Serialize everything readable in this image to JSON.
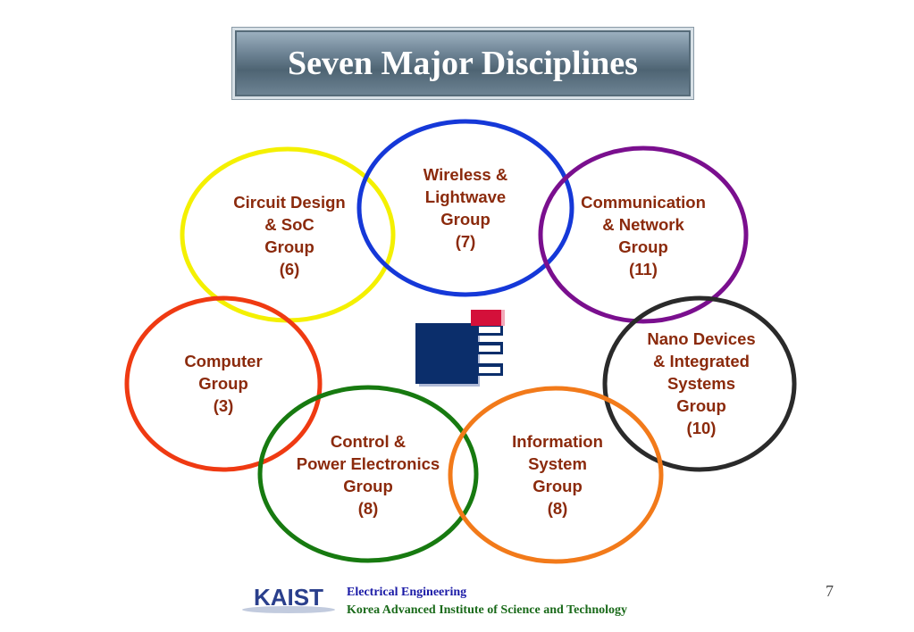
{
  "title": "Seven Major Disciplines",
  "groups": [
    {
      "id": "wireless",
      "lines": [
        "Wireless &",
        "Lightwave",
        "Group",
        "(7)"
      ],
      "color": "#1538d8"
    },
    {
      "id": "circuit",
      "lines": [
        "Circuit Design",
        "& SoC",
        "Group",
        "(6)"
      ],
      "color": "#f4f000"
    },
    {
      "id": "communication",
      "lines": [
        "Communication",
        "& Network",
        "Group",
        "(11)"
      ],
      "color": "#7a0f8e"
    },
    {
      "id": "computer",
      "lines": [
        "Computer",
        "Group",
        "(3)"
      ],
      "color": "#ef3a12"
    },
    {
      "id": "nano",
      "lines": [
        "Nano Devices",
        "& Integrated",
        "Systems",
        "Group",
        "(10)"
      ],
      "color": "#2a2a2a"
    },
    {
      "id": "control",
      "lines": [
        "Control &",
        "Power Electronics",
        "Group",
        "(8)"
      ],
      "color": "#177a10"
    },
    {
      "id": "information",
      "lines": [
        "Information",
        "System",
        "Group",
        "(8)"
      ],
      "color": "#f27a1a"
    }
  ],
  "footer": {
    "logo_text": "KAIST",
    "department": "Electrical Engineering",
    "institute": "Korea Advanced Institute of Science and Technology",
    "page_number": "7"
  }
}
